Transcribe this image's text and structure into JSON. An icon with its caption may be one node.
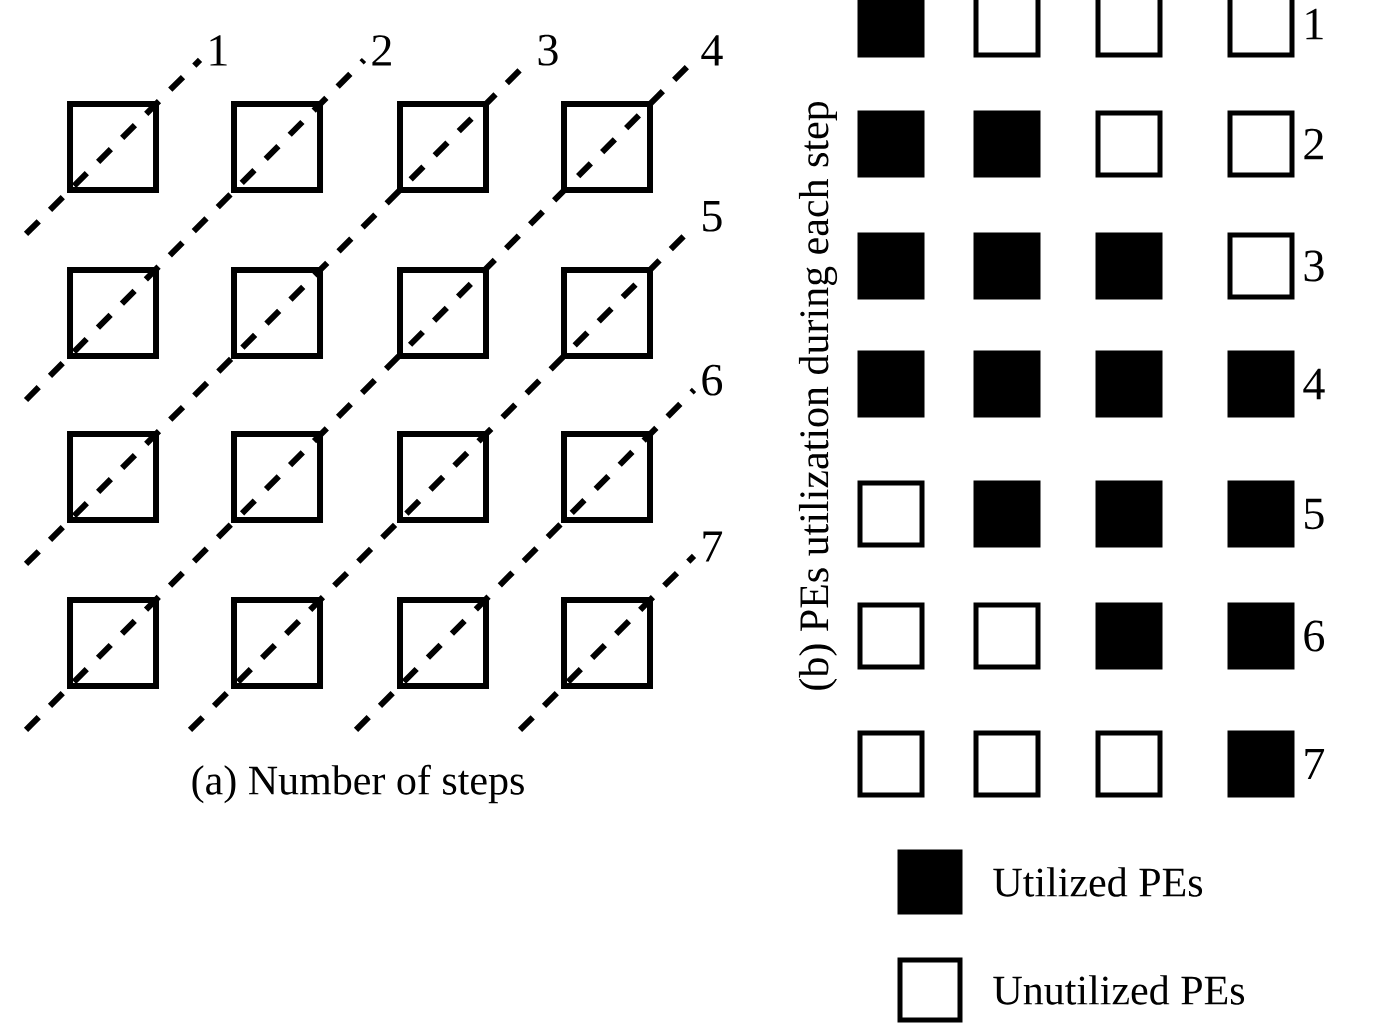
{
  "diagram": {
    "labels": [
      "1",
      "2",
      "3",
      "4",
      "5",
      "6",
      "7",
      "(a) Number of steps",
      "(b) PEs utilization during each step",
      "1",
      "2",
      "3",
      "4",
      "5",
      "6",
      "7"
    ],
    "legend": [
      {
        "text": "Utilized PEs",
        "color": "#000000"
      },
      {
        "text": "Unutilized PEs"
      }
    ]
  }
}
